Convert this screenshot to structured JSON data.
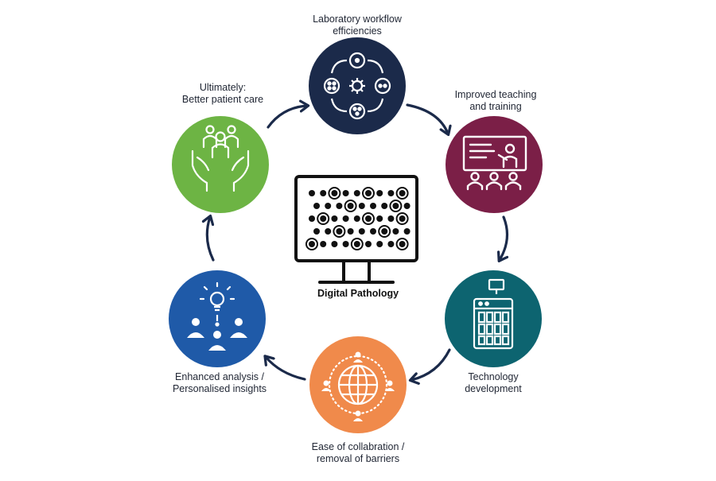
{
  "center": {
    "title": "Digital Pathology",
    "icon": "monitor-slide-icon"
  },
  "nodes": [
    {
      "id": "lab",
      "lines": [
        "Laboratory workflow",
        "efficiencies"
      ],
      "color": "#1b2a4a",
      "icon": "workflow-gear-icon"
    },
    {
      "id": "teach",
      "lines": [
        "Improved teaching",
        "and training"
      ],
      "color": "#7b1f47",
      "icon": "presentation-icon"
    },
    {
      "id": "tech",
      "lines": [
        "Technology",
        "development"
      ],
      "color": "#0d6470",
      "icon": "slide-scanner-icon"
    },
    {
      "id": "collab",
      "lines": [
        "Ease of collabration /",
        "removal of barriers"
      ],
      "color": "#f08a4b",
      "icon": "globe-network-icon"
    },
    {
      "id": "analysis",
      "lines": [
        "Enhanced analysis /",
        "Personalised insights"
      ],
      "color": "#1f5aa8",
      "icon": "lightbulb-people-icon"
    },
    {
      "id": "patient",
      "lines": [
        "Ultimately:",
        "Better patient care"
      ],
      "color": "#6db444",
      "icon": "hands-people-icon"
    }
  ],
  "arrow_color": "#1b2a4a"
}
